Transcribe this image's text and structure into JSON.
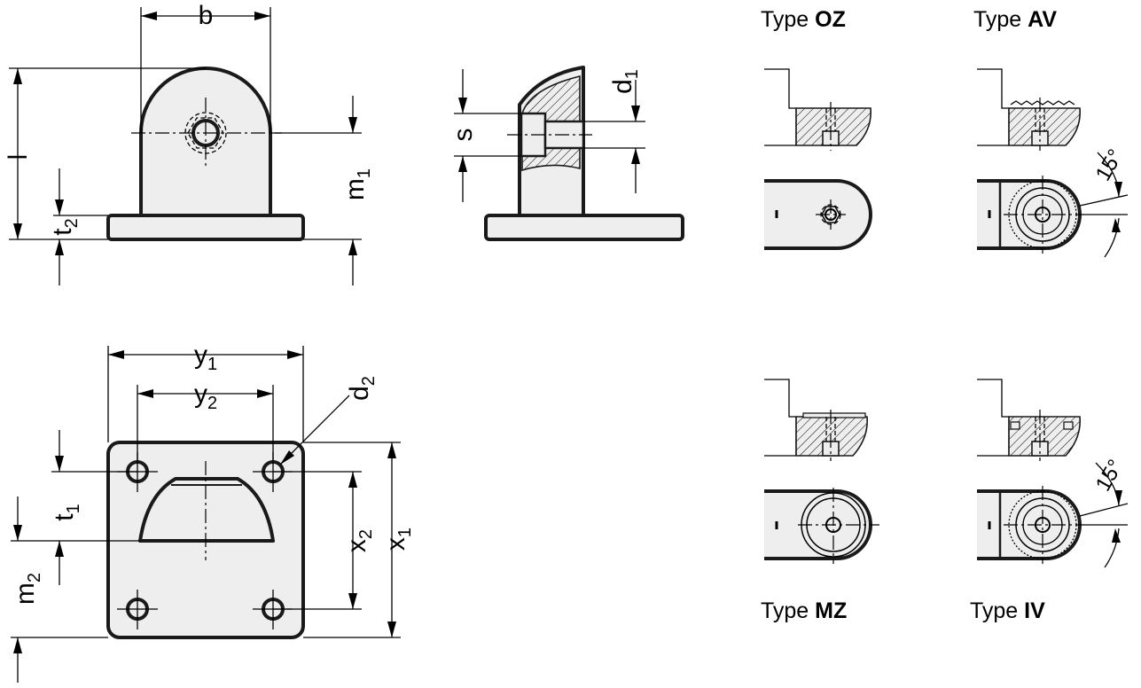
{
  "figure": {
    "dimensions": {
      "b": "b",
      "l": "l",
      "t2": {
        "base": "t",
        "sub": "2"
      },
      "m1": {
        "base": "m",
        "sub": "1"
      },
      "s": "s",
      "d1": {
        "base": "d",
        "sub": "1"
      },
      "y1": {
        "base": "y",
        "sub": "1"
      },
      "y2": {
        "base": "y",
        "sub": "2"
      },
      "d2": {
        "base": "d",
        "sub": "2"
      },
      "t1": {
        "base": "t",
        "sub": "1"
      },
      "m2": {
        "base": "m",
        "sub": "2"
      },
      "x2": {
        "base": "x",
        "sub": "2"
      },
      "x1": {
        "base": "x",
        "sub": "1"
      }
    },
    "types": {
      "oz": {
        "prefix": "Type ",
        "code": "OZ"
      },
      "av": {
        "prefix": "Type ",
        "code": "AV"
      },
      "mz": {
        "prefix": "Type ",
        "code": "MZ"
      },
      "iv": {
        "prefix": "Type ",
        "code": "IV"
      }
    },
    "angles": {
      "av": "15°",
      "iv": "15°"
    }
  }
}
